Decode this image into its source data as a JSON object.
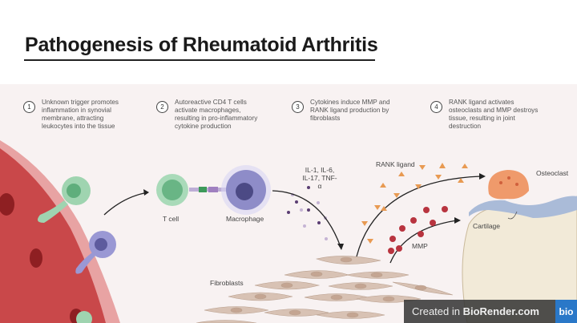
{
  "title": "Pathogenesis of Rheumatoid Arthritis",
  "steps": [
    {
      "num": "1",
      "text": "Unknown trigger promotes inflammation in synovial membrane, attracting leukocytes into the tissue"
    },
    {
      "num": "2",
      "text": "Autoreactive CD4 T cells activate macrophages, resulting in pro-inflammatory cytokine production"
    },
    {
      "num": "3",
      "text": "Cytokines induce MMP and RANK ligand production by fibroblasts"
    },
    {
      "num": "4",
      "text": "RANK ligand activates osteoclasts and MMP destroys tissue, resulting in joint destruction"
    }
  ],
  "labels": {
    "t_cell": "T cell",
    "macrophage": "Macrophage",
    "cytokines": "IL-1, IL-6, IL-17, TNF-α",
    "rank_ligand": "RANK ligand",
    "osteoclast": "Osteoclast",
    "cartilage": "Cartilage",
    "mmp": "MMP",
    "fibroblasts": "Fibroblasts"
  },
  "watermark": {
    "prefix": "Created in ",
    "brand": "BioRender.com",
    "logo": "bio"
  },
  "colors": {
    "vessel": "#c9484a",
    "tcell": "#9fd4b0",
    "macrophage": "#8e8cc8",
    "fibroblast": "#d8c2b4",
    "osteoclast": "#ef9a6b",
    "rank": "#e89a52",
    "mmp": "#b8343f",
    "accent": "#2a78c8"
  }
}
